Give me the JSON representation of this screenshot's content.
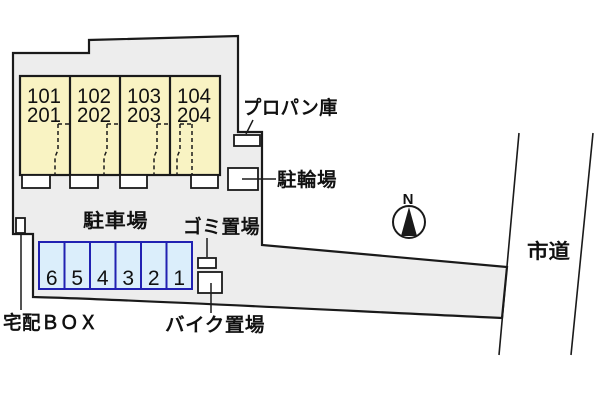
{
  "building": {
    "units": [
      {
        "upper": "101",
        "lower": "201"
      },
      {
        "upper": "102",
        "lower": "202"
      },
      {
        "upper": "103",
        "lower": "203"
      },
      {
        "upper": "104",
        "lower": "204"
      }
    ]
  },
  "labels": {
    "propane": "プロパン庫",
    "bicycle_parking": "駐輪場",
    "garbage": "ゴミ置場",
    "parking_lot": "駐車場",
    "motorcycle_parking": "バイク置場",
    "delivery_box": "宅配ＢＯＸ",
    "city_road": "市道",
    "compass_north": "N"
  },
  "parking_spaces": {
    "numbers": [
      "6",
      "5",
      "4",
      "3",
      "2",
      "1"
    ]
  },
  "colors": {
    "site_fill": "#ededed",
    "building_fill": "#f9f3c3",
    "parking_fill": "#dbeefb",
    "parking_border": "#2121b2",
    "outline": "#1a1a1a"
  }
}
